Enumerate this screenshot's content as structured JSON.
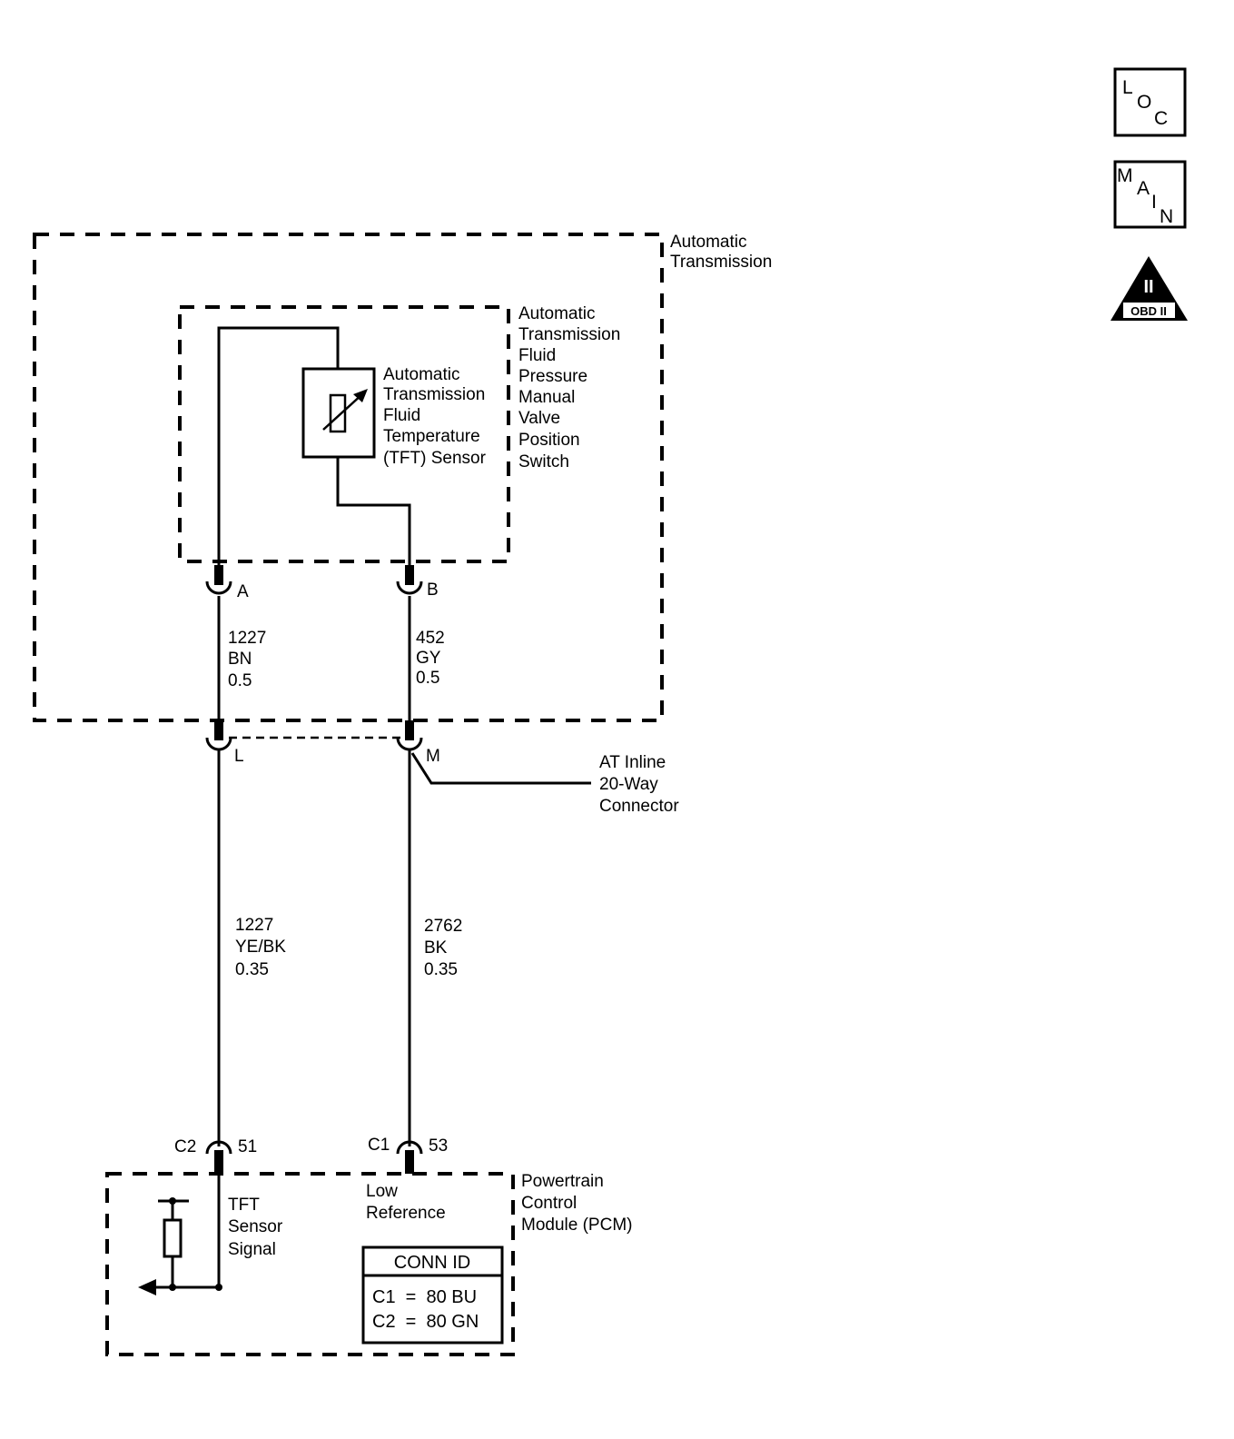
{
  "icons": {
    "loc": {
      "name": "loc-icon",
      "letters": [
        "L",
        "O",
        "C"
      ]
    },
    "main": {
      "name": "main-icon",
      "letters": [
        "M",
        "A",
        "I",
        "N"
      ]
    },
    "obd": {
      "name": "obd-ii-icon",
      "numeral": "II",
      "label": "OBD II"
    }
  },
  "components": {
    "automatic_transmission": [
      "Automatic",
      "Transmission"
    ],
    "manual_valve_switch": [
      "Automatic",
      "Transmission",
      "Fluid",
      "Pressure",
      "Manual",
      "Valve",
      "Position",
      "Switch"
    ],
    "tft_sensor": [
      "Automatic",
      "Transmission",
      "Fluid",
      "Temperature",
      "(TFT) Sensor"
    ],
    "inline_connector": [
      "AT Inline",
      "20-Way",
      "Connector"
    ],
    "pcm": [
      "Powertrain",
      "Control",
      "Module (PCM)"
    ]
  },
  "pins": {
    "a": "A",
    "b": "B",
    "l": "L",
    "m": "M",
    "pcm_left_conn": "C2",
    "pcm_left_pin": "51",
    "pcm_right_conn": "C1",
    "pcm_right_pin": "53"
  },
  "wires": {
    "upper_left": [
      "1227",
      "BN",
      "0.5"
    ],
    "upper_right": [
      "452",
      "GY",
      "0.5"
    ],
    "lower_left": [
      "1227",
      "YE/BK",
      "0.35"
    ],
    "lower_right": [
      "2762",
      "BK",
      "0.35"
    ]
  },
  "pcm_signals": {
    "tft_signal": [
      "TFT",
      "Sensor",
      "Signal"
    ],
    "low_reference": [
      "Low",
      "Reference"
    ]
  },
  "conn_id": {
    "title": "CONN ID",
    "rows": [
      "C1  =  80 BU",
      "C2  =  80 GN"
    ]
  }
}
